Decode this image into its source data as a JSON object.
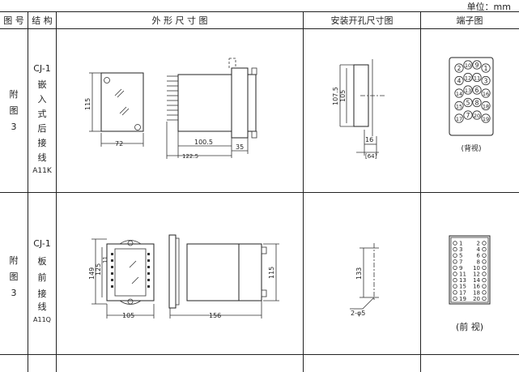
{
  "header": {
    "unit_label": "单位：mm",
    "col_figno": "图 号",
    "col_structure": "结 构",
    "col_outline": "外 形 尺 寸 图",
    "col_mounting": "安装开孔尺寸图",
    "col_terminal": "端子图"
  },
  "rows": [
    {
      "figno": [
        "附",
        "图",
        "3"
      ],
      "structure": [
        "CJ-1",
        "嵌",
        "入",
        "式",
        "后",
        "接",
        "线",
        "A11K"
      ],
      "dims": {
        "h": "115",
        "w": "72",
        "depth": "100.5",
        "total": "122.5",
        "rear": "35",
        "cut_h1": "107.5",
        "cut_h2": "105",
        "cut_w": "16",
        "cut_w2": "[64]"
      },
      "terminals": [
        "2",
        "10",
        "9",
        "1",
        "4",
        "12",
        "11",
        "3",
        "14",
        "13",
        "6",
        "16",
        "15",
        "5",
        "8",
        "18",
        "17",
        "7",
        "20",
        "19"
      ],
      "terminal_view": "(背视)"
    },
    {
      "figno": [
        "附",
        "图",
        "3"
      ],
      "structure": [
        "CJ-1",
        "板",
        "前",
        "接",
        "线",
        "A11Q"
      ],
      "dims": {
        "h1": "149",
        "h2": "125",
        "h3": "11",
        "w": "105",
        "depth": "156",
        "rear_h": "115",
        "cut_h": "133",
        "hole": "2-φ5"
      },
      "terminals_left": [
        "1",
        "3",
        "5",
        "7",
        "9",
        "11",
        "13",
        "15",
        "17",
        "19"
      ],
      "terminals_right": [
        "2",
        "4",
        "6",
        "8",
        "10",
        "12",
        "14",
        "16",
        "18",
        "20"
      ],
      "terminal_view": "(前 视)"
    }
  ]
}
